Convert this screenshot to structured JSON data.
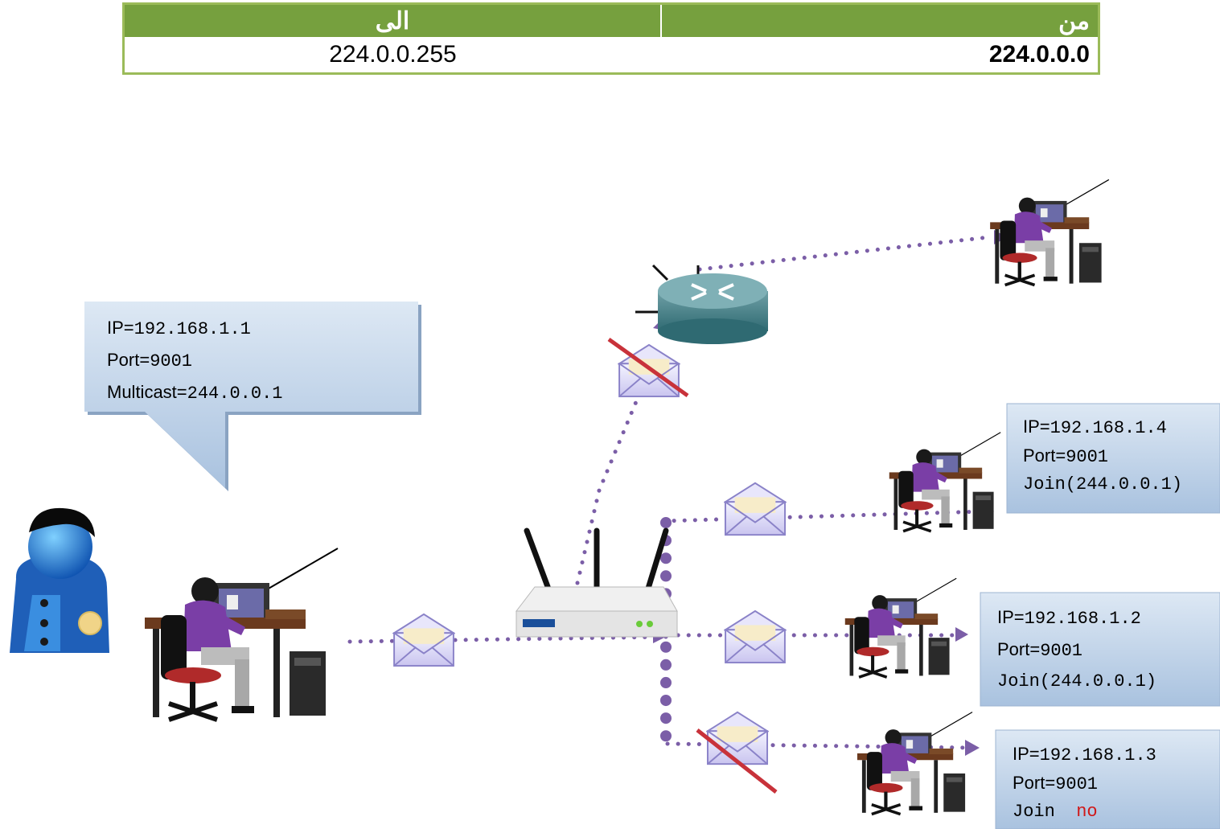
{
  "table": {
    "header_from": "من",
    "header_to": "الى",
    "value_from": "224.0.0.0",
    "value_to": "224.0.0.255"
  },
  "sender": {
    "ip_label": "IP=",
    "ip": "192.168.1.1",
    "port_label": "Port=",
    "port": "9001",
    "multicast_label": "Multicast=",
    "multicast": "244.0.0.1"
  },
  "host4": {
    "ip_label": "IP=",
    "ip": "192.168.1.4",
    "port_label": "Port=",
    "port": "9001",
    "join": "Join(244.0.0.1)"
  },
  "host2": {
    "ip_label": "IP=",
    "ip": "192.168.1.2",
    "port_label": "Port=",
    "port": "9001",
    "join": "Join(244.0.0.1)"
  },
  "host3": {
    "ip_label": "IP=",
    "ip": "192.168.1.3",
    "port_label": "Port=",
    "port": "9001",
    "join": "Join",
    "join_status": "no"
  },
  "colors": {
    "table_green": "#76a03e",
    "path": "#7b5ea7",
    "callout": "#b7cde4",
    "blocked": "#d0303a"
  }
}
